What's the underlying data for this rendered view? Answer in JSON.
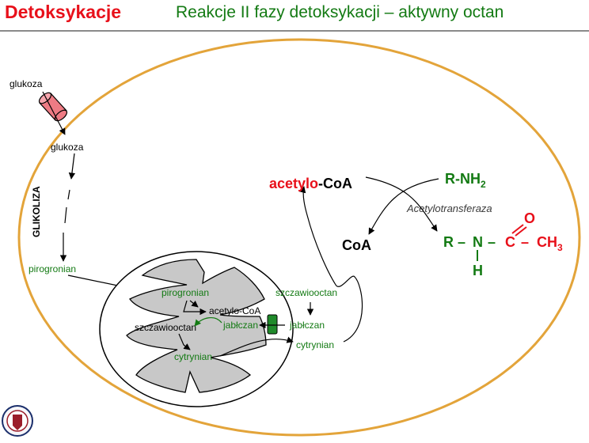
{
  "header": {
    "title_left": "Detoksykacje",
    "title_right": "Reakcje II fazy detoksykacji – aktywny octan"
  },
  "cytosol": {
    "glucose_out": "glukoza",
    "glucose_in": "glukoza",
    "glycolysis": "GLIKOLIZA",
    "pyruvate": "pirogronian",
    "oxaloacetate": "szczawiooctan",
    "malate": "jabłczan",
    "citrate": "cytrynian"
  },
  "mitochondrion": {
    "pyruvate": "pirogronian",
    "acetyl_coa": "acetylo-CoA",
    "oxaloacetate": "szczawiooctan",
    "malate": "jabłczan",
    "citrate": "cytrynian"
  },
  "reaction": {
    "acetyl_prefix": "acetylo",
    "acetyl_suffix": "-CoA",
    "amine": "R-NH",
    "amine_sub": "2",
    "enzyme": "Acetylotransferaza",
    "coa": "CoA",
    "product_r": "R",
    "product_n": "N",
    "product_c": "C",
    "product_o": "O",
    "product_ch": "CH",
    "product_sub": "3",
    "product_h": "H",
    "dash": "–"
  },
  "colors": {
    "red": "#e8101a",
    "green": "#137a13",
    "cell_border": "#e3a43a",
    "mito_fill": "#c8c8c8",
    "transporter": "#ee7b84",
    "antiporter": "#1f8a2a"
  },
  "icons": {
    "logo": "university-seal-icon"
  }
}
